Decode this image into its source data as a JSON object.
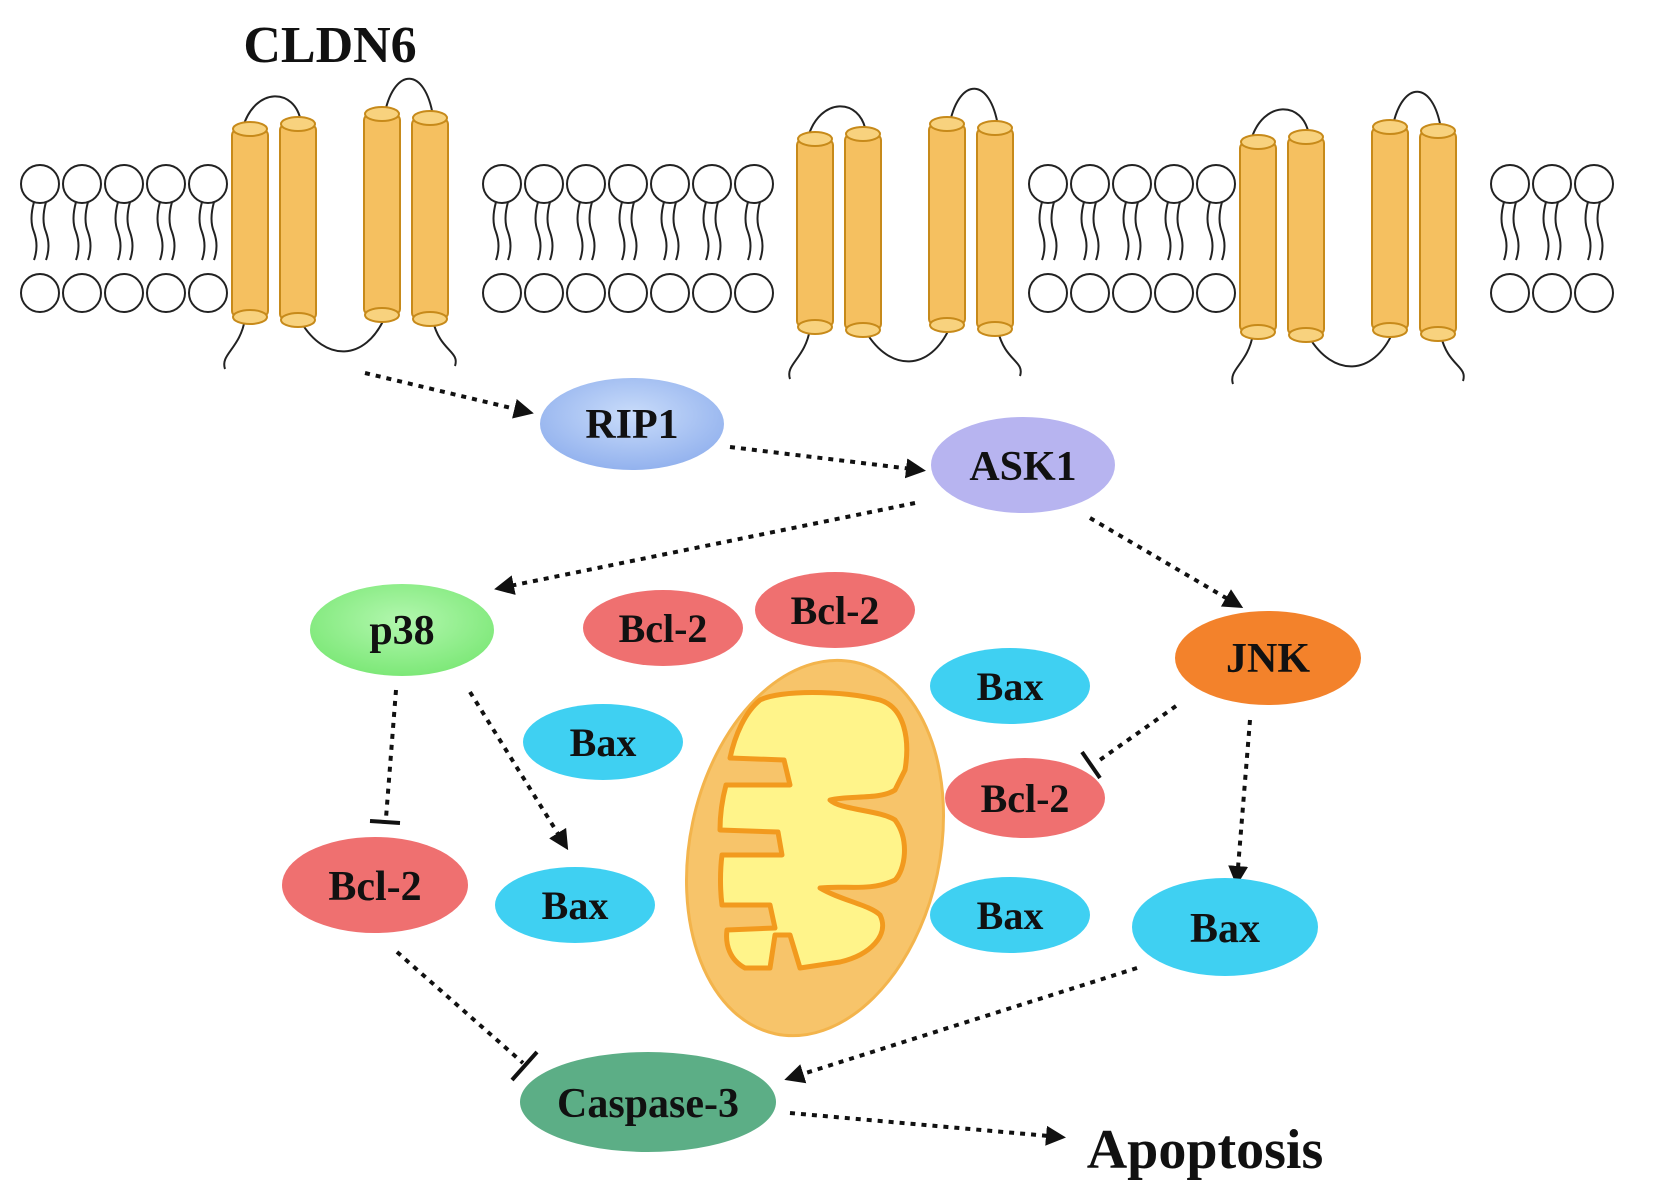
{
  "protein_name": "CLDN6",
  "outcome": "Apoptosis",
  "colors": {
    "claudin": "#f5c060",
    "claudin_stroke": "#c78a1a",
    "rip1": "#a9c6f2",
    "ask1": "#b7b4f0",
    "p38": "#8ef08a",
    "jnk": "#f3822b",
    "bcl2": "#ef7070",
    "bax": "#3fd0f2",
    "caspase3": "#5cae86",
    "mito_outer": "#f7c46a",
    "mito_inner": "#fff48a",
    "mito_cristae_stroke": "#f29a1e"
  },
  "nodes": {
    "rip1": "RIP1",
    "ask1": "ASK1",
    "p38": "p38",
    "jnk": "JNK",
    "bcl2_p38": "Bcl-2",
    "bax_p38": "Bax",
    "bcl2_a": "Bcl-2",
    "bcl2_b": "Bcl-2",
    "bax_a": "Bax",
    "bax_b": "Bax",
    "bcl2_jnk": "Bcl-2",
    "bax_c": "Bax",
    "bax_jnk": "Bax",
    "caspase3": "Caspase-3"
  }
}
